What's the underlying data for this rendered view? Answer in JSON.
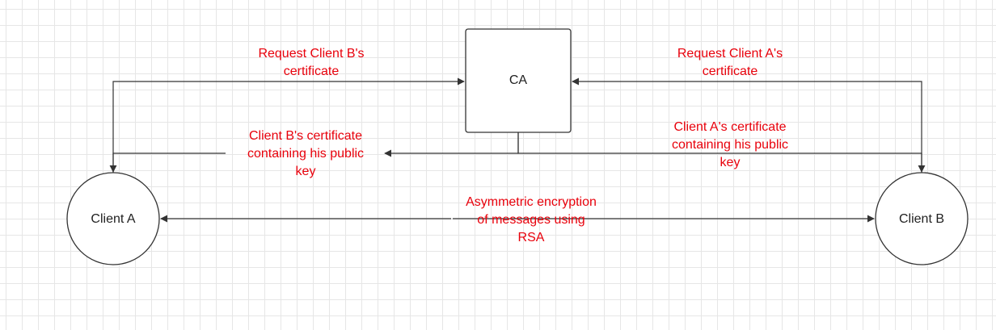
{
  "diagram": {
    "nodes": {
      "ca": {
        "label": "CA",
        "shape": "rectangle"
      },
      "client_a": {
        "label": "Client A",
        "shape": "circle"
      },
      "client_b": {
        "label": "Client B",
        "shape": "circle"
      }
    },
    "edges": {
      "request_b": {
        "label": "Request Client B's\ncertificate",
        "from": "Client A",
        "to": "CA"
      },
      "request_a": {
        "label": "Request Client A's\ncertificate",
        "from": "Client B",
        "to": "CA"
      },
      "cert_b": {
        "label": "Client B's certificate\ncontaining his public\nkey",
        "from": "CA",
        "to": "Client A"
      },
      "cert_a": {
        "label": "Client A's certificate\ncontaining his public\nkey",
        "from": "CA",
        "to": "Client B"
      },
      "rsa": {
        "label": "Asymmetric encryption\nof messages using\nRSA",
        "from": "Client A",
        "to": "Client B",
        "bidirectional": true
      }
    },
    "colors": {
      "label_text": "#e8000b",
      "line": "#333333",
      "node_border": "#333333",
      "node_text": "#1f1f1f",
      "grid": "#e6e6e6"
    }
  }
}
